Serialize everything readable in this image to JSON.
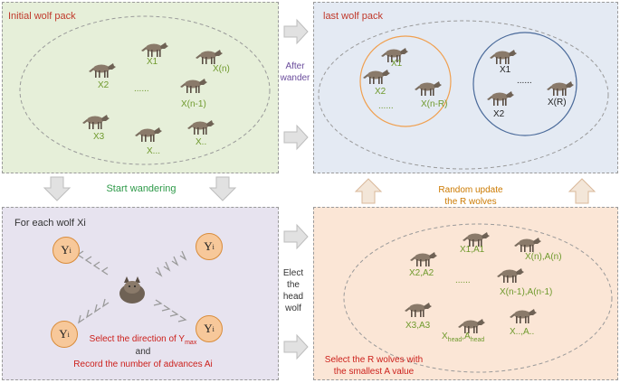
{
  "panels": {
    "initial": {
      "title": "Initial wolf pack",
      "labels": [
        "X1",
        "X(n)",
        "X2",
        "......",
        "X(n-1)",
        "X3",
        "X..",
        "X..."
      ]
    },
    "last": {
      "title": "last wolf pack",
      "left_labels": [
        "X1",
        "X2",
        "......",
        "X(n-R)"
      ],
      "right_labels": [
        "X1",
        "......",
        "X2",
        "X(R)"
      ]
    },
    "each": {
      "title": "For  each wolf Xi",
      "y_label": "Y",
      "y_sub": "i",
      "caption_line1_pre": "Select the direction of Y",
      "caption_line1_sub": "max",
      "caption_and": "and",
      "caption_line2": "Record the number of advances Ai"
    },
    "head": {
      "labels": [
        "X1,A1",
        "X(n),A(n)",
        "X2,A2",
        "......",
        "X(n-1),A(n-1)",
        "X3,A3",
        "X..,A.."
      ],
      "xhead_pre": "X",
      "xhead_sub": "head",
      "ahead_pre": "A",
      "ahead_sub": "head",
      "caption_line1": "Select the R wolves with",
      "caption_line2": "the smallest A value"
    }
  },
  "middle": {
    "after_wander": [
      "After",
      "wander"
    ],
    "start_wandering": "Start wandering",
    "random_update": [
      "Random update",
      "the R wolves"
    ],
    "elect_head": [
      "Elect",
      "the",
      "head",
      "wolf"
    ]
  },
  "colors": {
    "title_red": "#c0392b",
    "label_green": "#6f9a2d",
    "start_green": "#2e9a49",
    "update_orange": "#cc7a00",
    "after_purple": "#6a4c9c",
    "circle_fill": "#f7c89a"
  }
}
